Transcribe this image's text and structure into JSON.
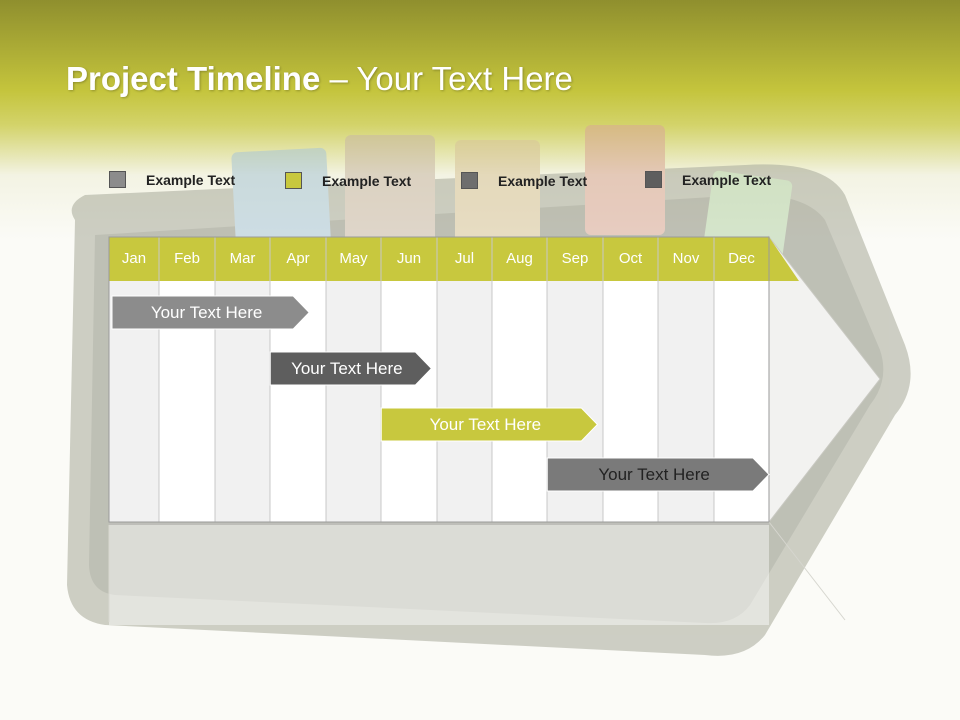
{
  "header": {
    "title_bold": "Project Timeline",
    "title_rest": " – Your Text Here"
  },
  "legend": [
    {
      "label": "Example Text",
      "color": "#8c8c8c"
    },
    {
      "label": "Example Text",
      "color": "#c8c83e"
    },
    {
      "label": "Example Text",
      "color": "#6e6e6e"
    },
    {
      "label": "Example Text",
      "color": "#5e5e5e"
    }
  ],
  "timeline": {
    "months": [
      "Jan",
      "Feb",
      "Mar",
      "Apr",
      "May",
      "Jun",
      "Jul",
      "Aug",
      "Sep",
      "Oct",
      "Nov",
      "Dec"
    ],
    "header_color": "#c8c83e",
    "bars": [
      {
        "label": "Your  Text Here",
        "start_month": 0.0,
        "end_month": 3.7,
        "color": "#8c8c8c",
        "text_color": "#ffffff"
      },
      {
        "label": "Your  Text Here",
        "start_month": 2.95,
        "end_month": 5.9,
        "color": "#5e5e5e",
        "text_color": "#ffffff"
      },
      {
        "label": "Your  Text Here",
        "start_month": 4.95,
        "end_month": 8.9,
        "color": "#c8c83e",
        "text_color": "#ffffff"
      },
      {
        "label": "Your  Text Here",
        "start_month": 7.95,
        "end_month": 12.0,
        "color": "#7a7a7a",
        "text_color": "#222222"
      }
    ]
  }
}
